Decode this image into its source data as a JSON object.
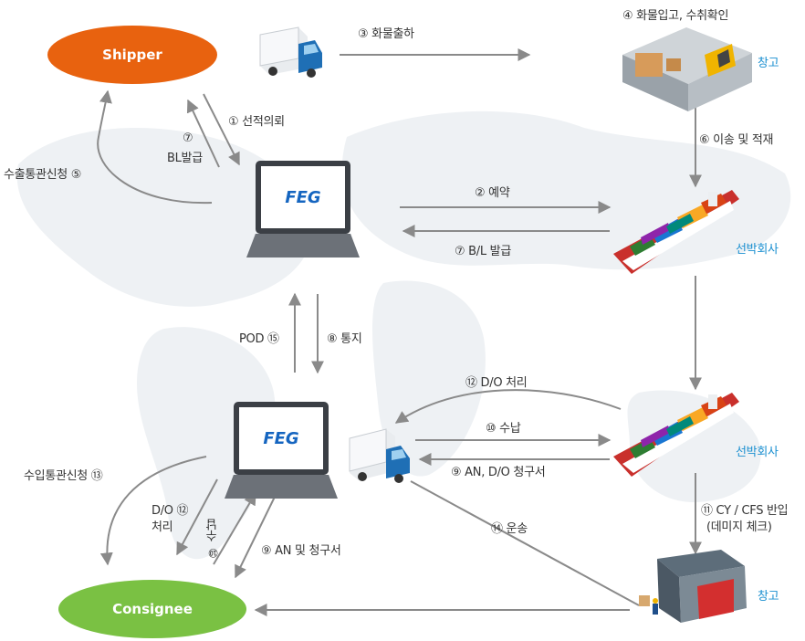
{
  "nodes": {
    "shipper": "Shipper",
    "consignee": "Consignee"
  },
  "laptop_logo": "FEG",
  "places": {
    "warehouse_top": "창고",
    "carrier_top": "선박회사",
    "carrier_bottom": "선박회사",
    "warehouse_bottom": "창고"
  },
  "steps": {
    "s1": "① 선적의뢰",
    "s2": "② 예약",
    "s3": "③ 화물출하",
    "s4": "④ 화물입고, 수취확인",
    "s5": "수출통관신청 ⑤",
    "s6": "⑥ 이송 및 적재",
    "s7_bl_num": "⑦",
    "s7_bl": "BL발급",
    "s7_carrier": "⑦ B/L 발급",
    "s8": "⑧ 통지",
    "s9_carrier": "⑨ AN, D/O 청구서",
    "s9_consignee": "⑨ AN 및 청구서",
    "s10_carrier": "⑩ 수납",
    "s10_consignee": "⑩ 수납",
    "s11_line1": "⑪ CY / CFS 반입",
    "s11_line2": "(데미지 체크)",
    "s12_carrier": "⑫ D/O 처리",
    "s12_consignee_line1": "D/O ⑫",
    "s12_consignee_line2": "처리",
    "s13": "수입통관신청 ⑬",
    "s14": "⑭ 운송",
    "s15": "POD ⑮"
  },
  "colors": {
    "shipper": "#e8620f",
    "consignee": "#7ac143",
    "arrow": "#8a8a8a",
    "place_label": "#1a8fd0"
  }
}
